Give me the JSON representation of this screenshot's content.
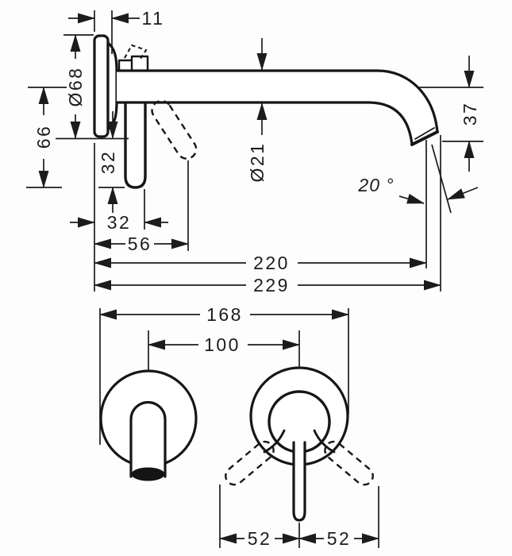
{
  "drawing": {
    "kind": "technical dimension drawing, wall-mounted single-lever mixer, side view and front view",
    "colors": {
      "line": "#161616",
      "dimension": "#1c1c1c",
      "background": "#ffffff"
    },
    "side_view": {
      "dims": {
        "rosette_offset": "11",
        "rosette_diameter": "Ø68",
        "axis_to_handle_end": "66",
        "handle_drop": "32",
        "wall_to_handle": "32",
        "wall_to_open_handle": "56",
        "spout_reach": "220",
        "overall_projection": "229",
        "spout_diameter": "Ø21",
        "outlet_drop": "37",
        "outlet_angle": "20 °"
      }
    },
    "front_view": {
      "dims": {
        "overall_width": "168",
        "centre_distance": "100",
        "swing_left": "52",
        "swing_right": "52"
      }
    }
  }
}
